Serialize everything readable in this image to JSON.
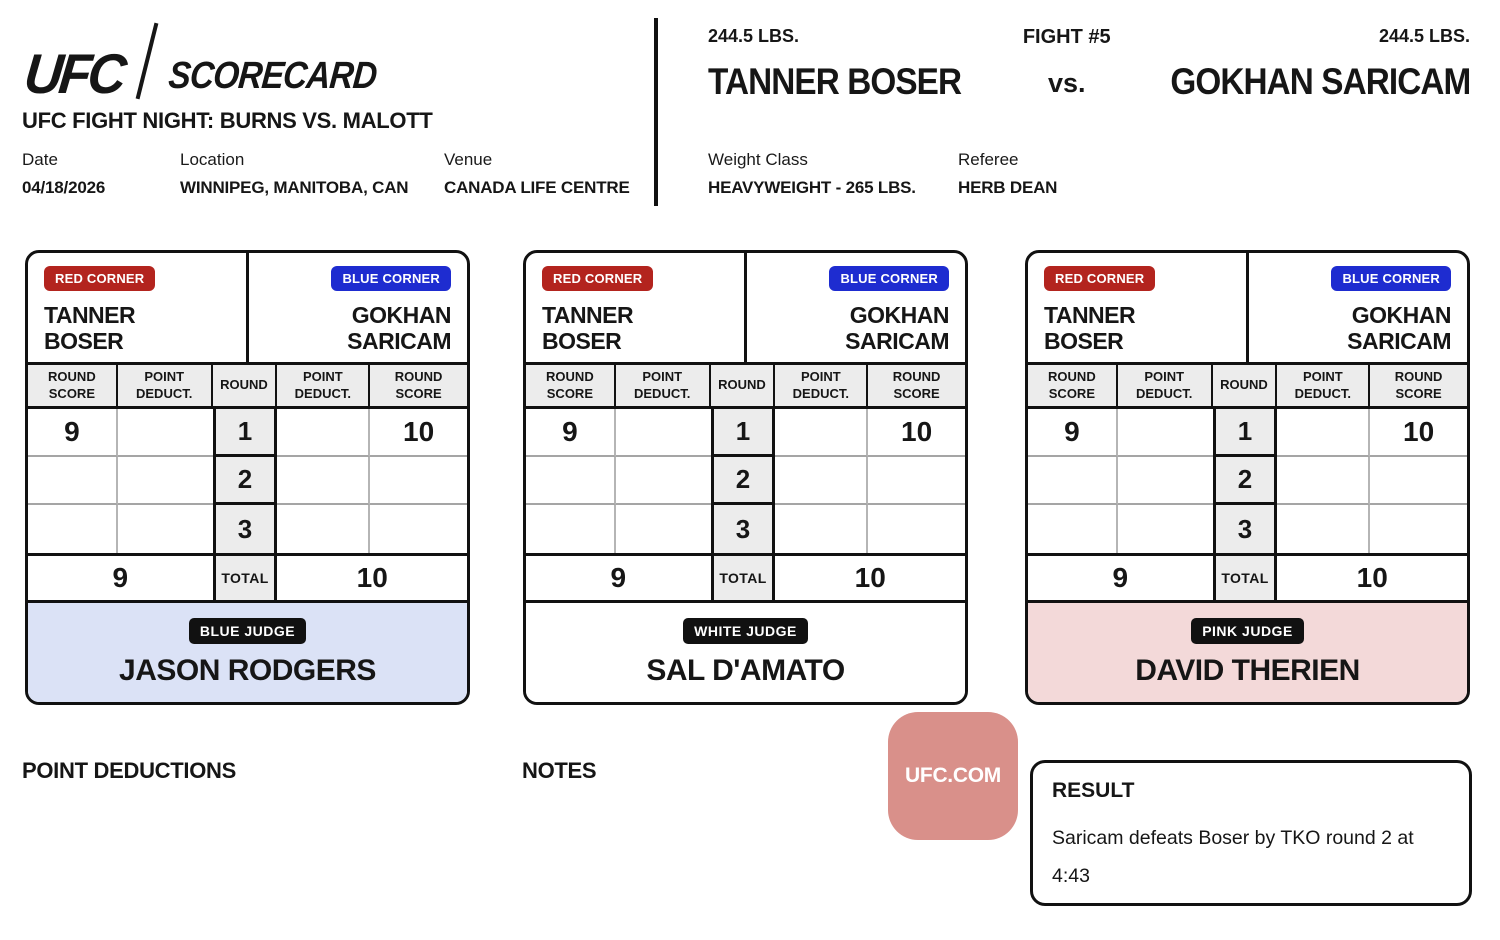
{
  "event": {
    "logo_primary": "UFC",
    "logo_secondary": "SCORECARD",
    "title": "UFC FIGHT NIGHT: BURNS VS. MALOTT",
    "date_label": "Date",
    "date": "04/18/2026",
    "location_label": "Location",
    "location": "WINNIPEG, MANITOBA, CAN",
    "venue_label": "Venue",
    "venue": "CANADA LIFE CENTRE"
  },
  "bout": {
    "fight_number": "FIGHT #5",
    "vs": "vs.",
    "red_name": "TANNER BOSER",
    "red_weight": "244.5 LBS.",
    "blue_name": "GOKHAN SARICAM",
    "blue_weight": "244.5 LBS.",
    "weight_class_label": "Weight Class",
    "weight_class": "HEAVYWEIGHT - 265 LBS.",
    "referee_label": "Referee",
    "referee": "HERB DEAN"
  },
  "corners": {
    "red_label": "RED CORNER",
    "blue_label": "BLUE CORNER",
    "red_first": "TANNER",
    "red_last": "BOSER",
    "blue_first": "GOKHAN",
    "blue_last": "SARICAM"
  },
  "scores": {
    "columns": [
      "ROUND SCORE",
      "POINT DEDUCT.",
      "ROUND",
      "POINT DEDUCT.",
      "ROUND SCORE"
    ],
    "rows": [
      {
        "red_score": "9",
        "red_deduct": "",
        "round": "1",
        "blue_deduct": "",
        "blue_score": "10"
      },
      {
        "red_score": "",
        "red_deduct": "",
        "round": "2",
        "blue_deduct": "",
        "blue_score": ""
      },
      {
        "red_score": "",
        "red_deduct": "",
        "round": "3",
        "blue_deduct": "",
        "blue_score": ""
      }
    ],
    "total_label": "TOTAL",
    "red_total": "9",
    "blue_total": "10"
  },
  "scorecards": [
    {
      "judge_label": "BLUE JUDGE",
      "judge_name": "JASON RODGERS",
      "footer_color": "#dbe2f6"
    },
    {
      "judge_label": "WHITE JUDGE",
      "judge_name": "SAL D'AMATO",
      "footer_color": "#ffffff"
    },
    {
      "judge_label": "PINK JUDGE",
      "judge_name": "DAVID THERIEN",
      "footer_color": "#f3d9d9"
    }
  ],
  "bottom": {
    "point_deductions_label": "POINT DEDUCTIONS",
    "notes_label": "NOTES",
    "site_badge": "UFC.COM",
    "result_label": "RESULT",
    "result_text": "Saricam defeats Boser by TKO round 2 at 4:43"
  },
  "colors": {
    "red_corner": "#b3241e",
    "blue_corner": "#1e2cd0",
    "judge_badge_bg": "#111111",
    "blue_judge_footer": "#dbe2f6",
    "white_judge_footer": "#ffffff",
    "pink_judge_footer": "#f3d9d9",
    "ufc_com_bg": "#d9908a",
    "cell_grey": "#ececec",
    "ink": "#161616"
  }
}
